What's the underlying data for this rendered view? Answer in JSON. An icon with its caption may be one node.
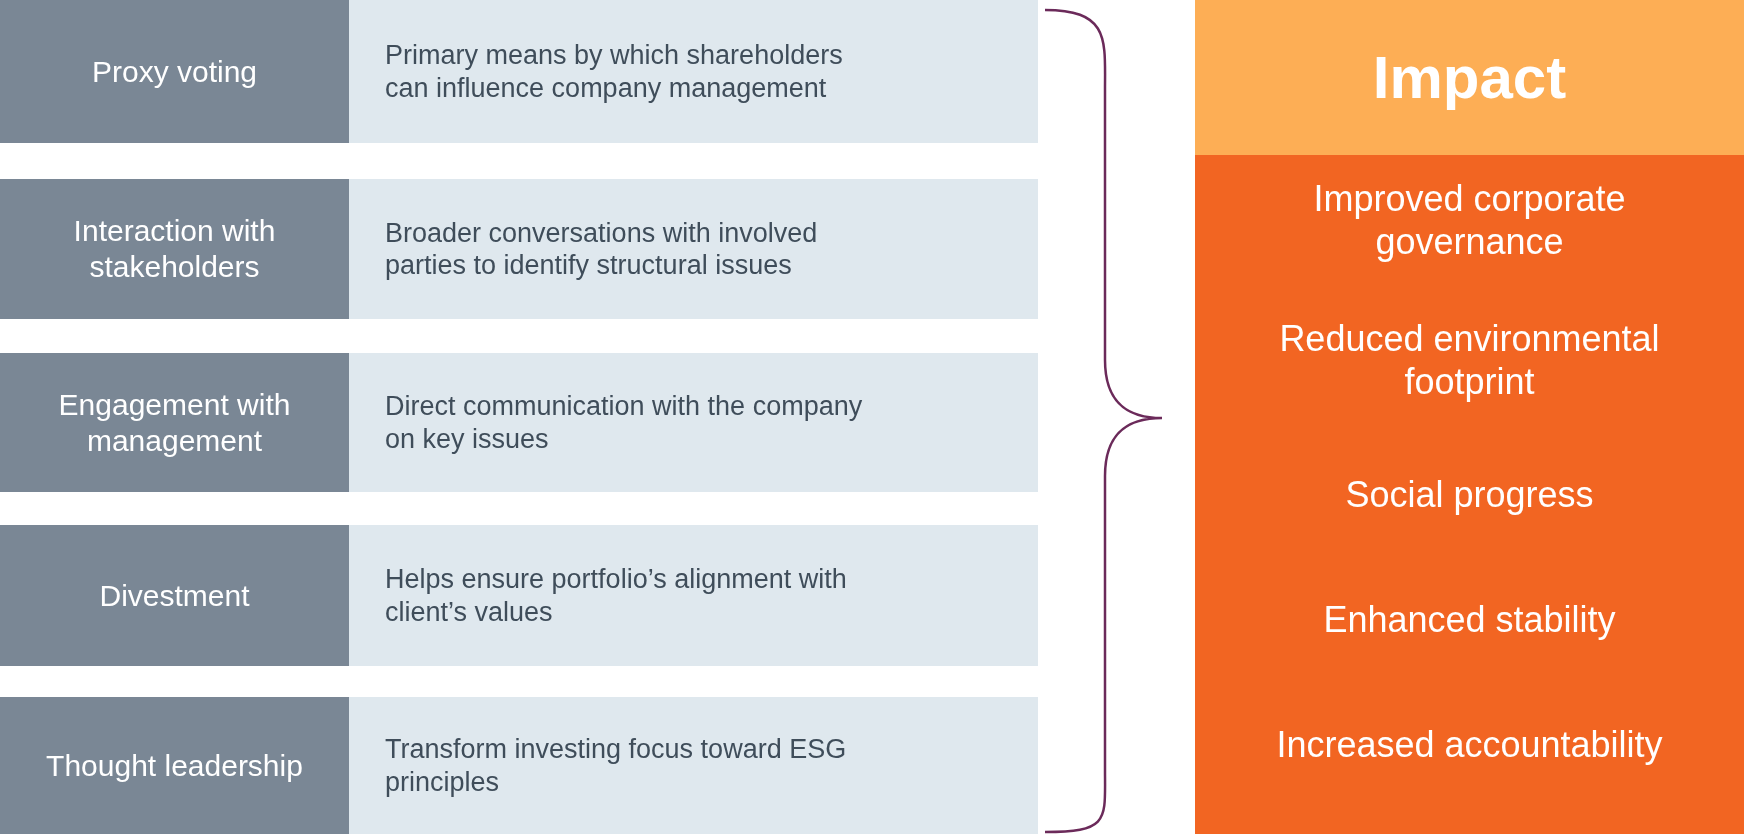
{
  "diagram": {
    "nodes": [
      {
        "text": [
          "Proxy voting"
        ]
      },
      {
        "text": [
          "Primary means by which shareholders can influence company management"
        ]
      },
      {
        "text": [
          "Interaction with stakeholders"
        ]
      },
      {
        "text": [
          "Broader conversations with involved parties to identify structural issues"
        ]
      },
      {
        "text": [
          "Engagement with management"
        ]
      },
      {
        "text": [
          "Direct communication with the company on key issues"
        ]
      },
      {
        "text": [
          "Divestment"
        ]
      },
      {
        "text": [
          "Helps ensure portfolio’s alignment with client’s values"
        ]
      },
      {
        "text": [
          "Thought leadership"
        ]
      },
      {
        "text": [
          "Transform investing focus toward ESG principles"
        ]
      },
      {
        "text": [
          "Impact"
        ]
      },
      {
        "text": [
          "Improved corporate governance"
        ],
        "in": 10
      },
      {
        "text": [
          "Reduced environmental footprint"
        ],
        "in": 10
      },
      {
        "text": [
          "Social progress"
        ],
        "in": 10
      },
      {
        "text": [
          "Enhanced stability"
        ],
        "in": 10
      },
      {
        "text": [
          "Increased accountability"
        ],
        "in": 10
      }
    ],
    "edges": []
  }
}
